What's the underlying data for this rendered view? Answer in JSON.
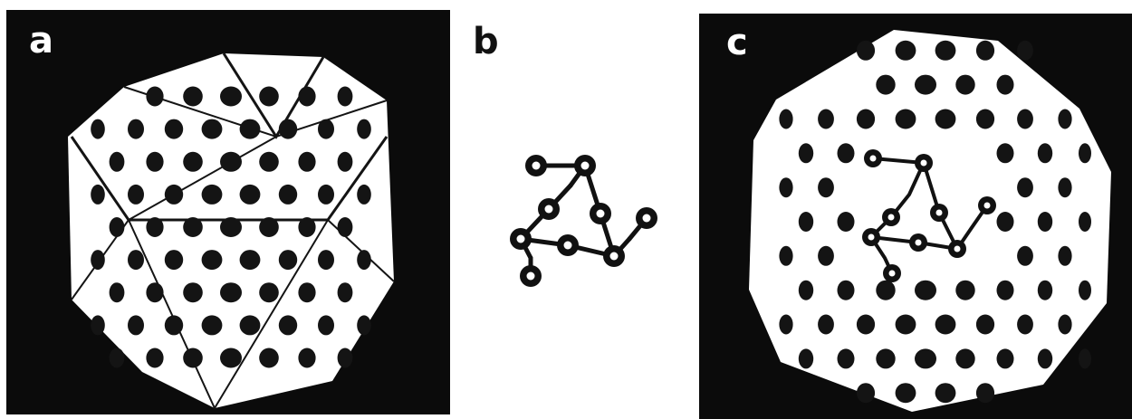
{
  "panels": {
    "a": {
      "label": "a"
    },
    "b": {
      "label": "b"
    },
    "c": {
      "label": "c"
    }
  },
  "colors": {
    "background_panel": "#0b0b0b",
    "capsid": "#ffffff",
    "hole": "#141414",
    "page": "#ffffff"
  }
}
